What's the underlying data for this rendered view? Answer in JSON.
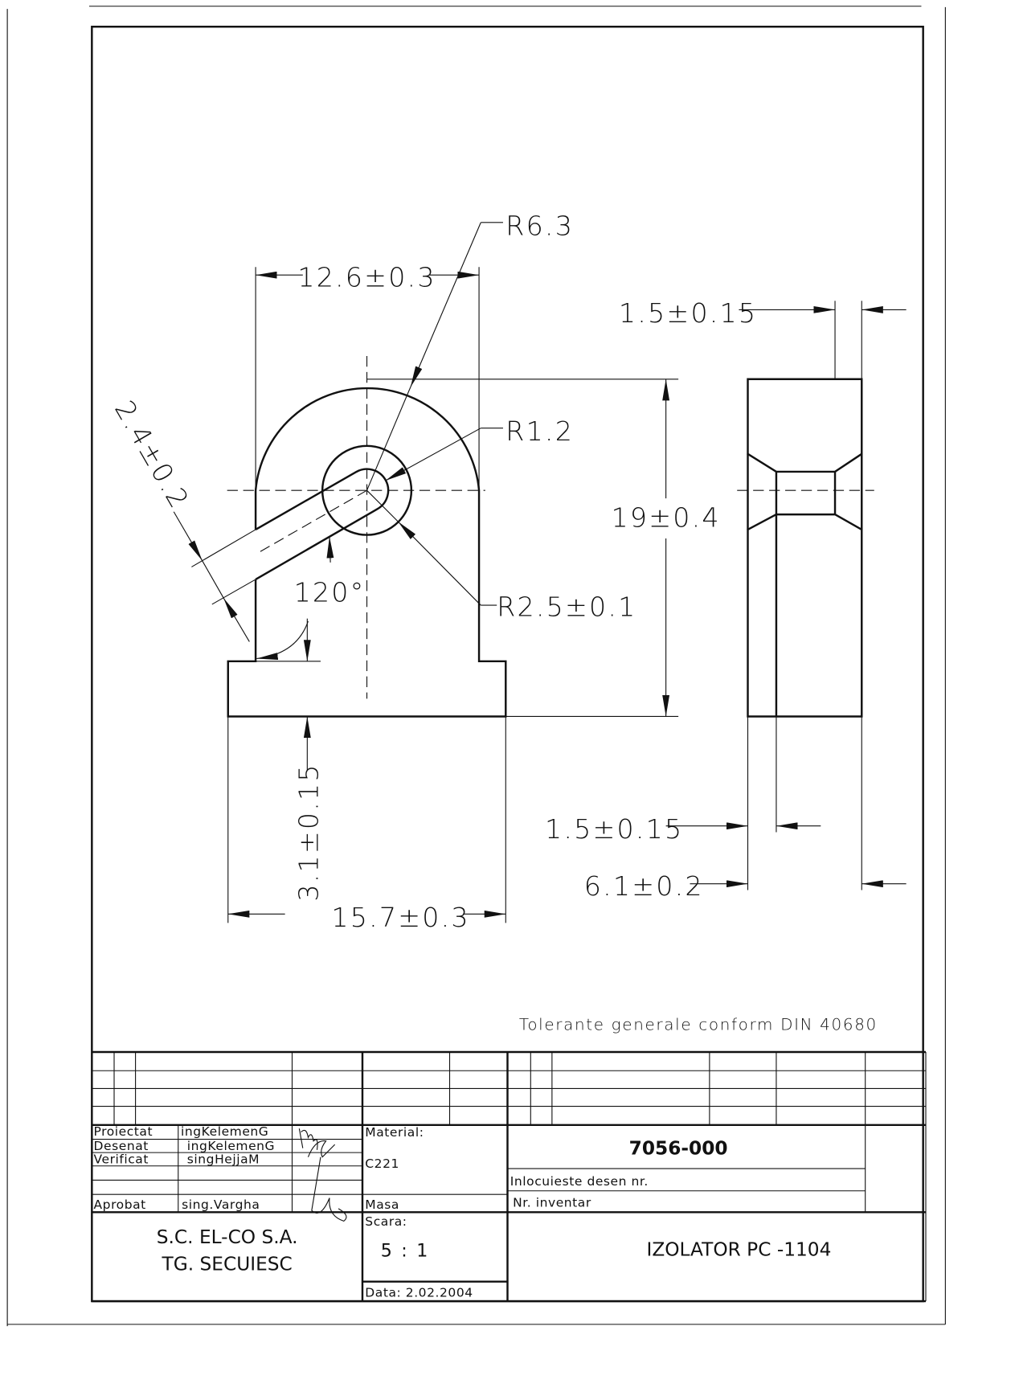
{
  "dimensions": {
    "r_outer": "R6.3",
    "width_top": "12.6±0.3",
    "r_slot": "R1.2",
    "r_hole": "R2.5±0.1",
    "height": "19±0.4",
    "slot_width": "2.4±0.2",
    "angle": "120°",
    "base_height": "3.1±0.15",
    "base_width": "15.7±0.3",
    "side_top": "1.5±0.15",
    "side_bottom": "1.5±0.15",
    "side_width": "6.1±0.2"
  },
  "note": "Tolerante generale conform DIN 40680",
  "title_block": {
    "roles": [
      {
        "role": "Proiectat",
        "name": "ingKelemenG"
      },
      {
        "role": "Desenat",
        "name": "ingKelemenG"
      },
      {
        "role": "Verificat",
        "name": "singHejjaM"
      },
      {
        "role": "Aprobat",
        "name": "sing.Vargha"
      }
    ],
    "material_label": "Material:",
    "material": "C221",
    "masa_label": "Masa",
    "scale_label": "Scara:",
    "scale": "5 : 1",
    "date": "Data: 2.02.2004",
    "company_line1": "S.C. EL-CO S.A.",
    "company_line2": "TG. SECUIESC",
    "drawing_number": "7056-000",
    "replaces_label": "Inlocuieste desen nr.",
    "inventory_label": "Nr. inventar",
    "part_name": "IZOLATOR PC -1104"
  }
}
